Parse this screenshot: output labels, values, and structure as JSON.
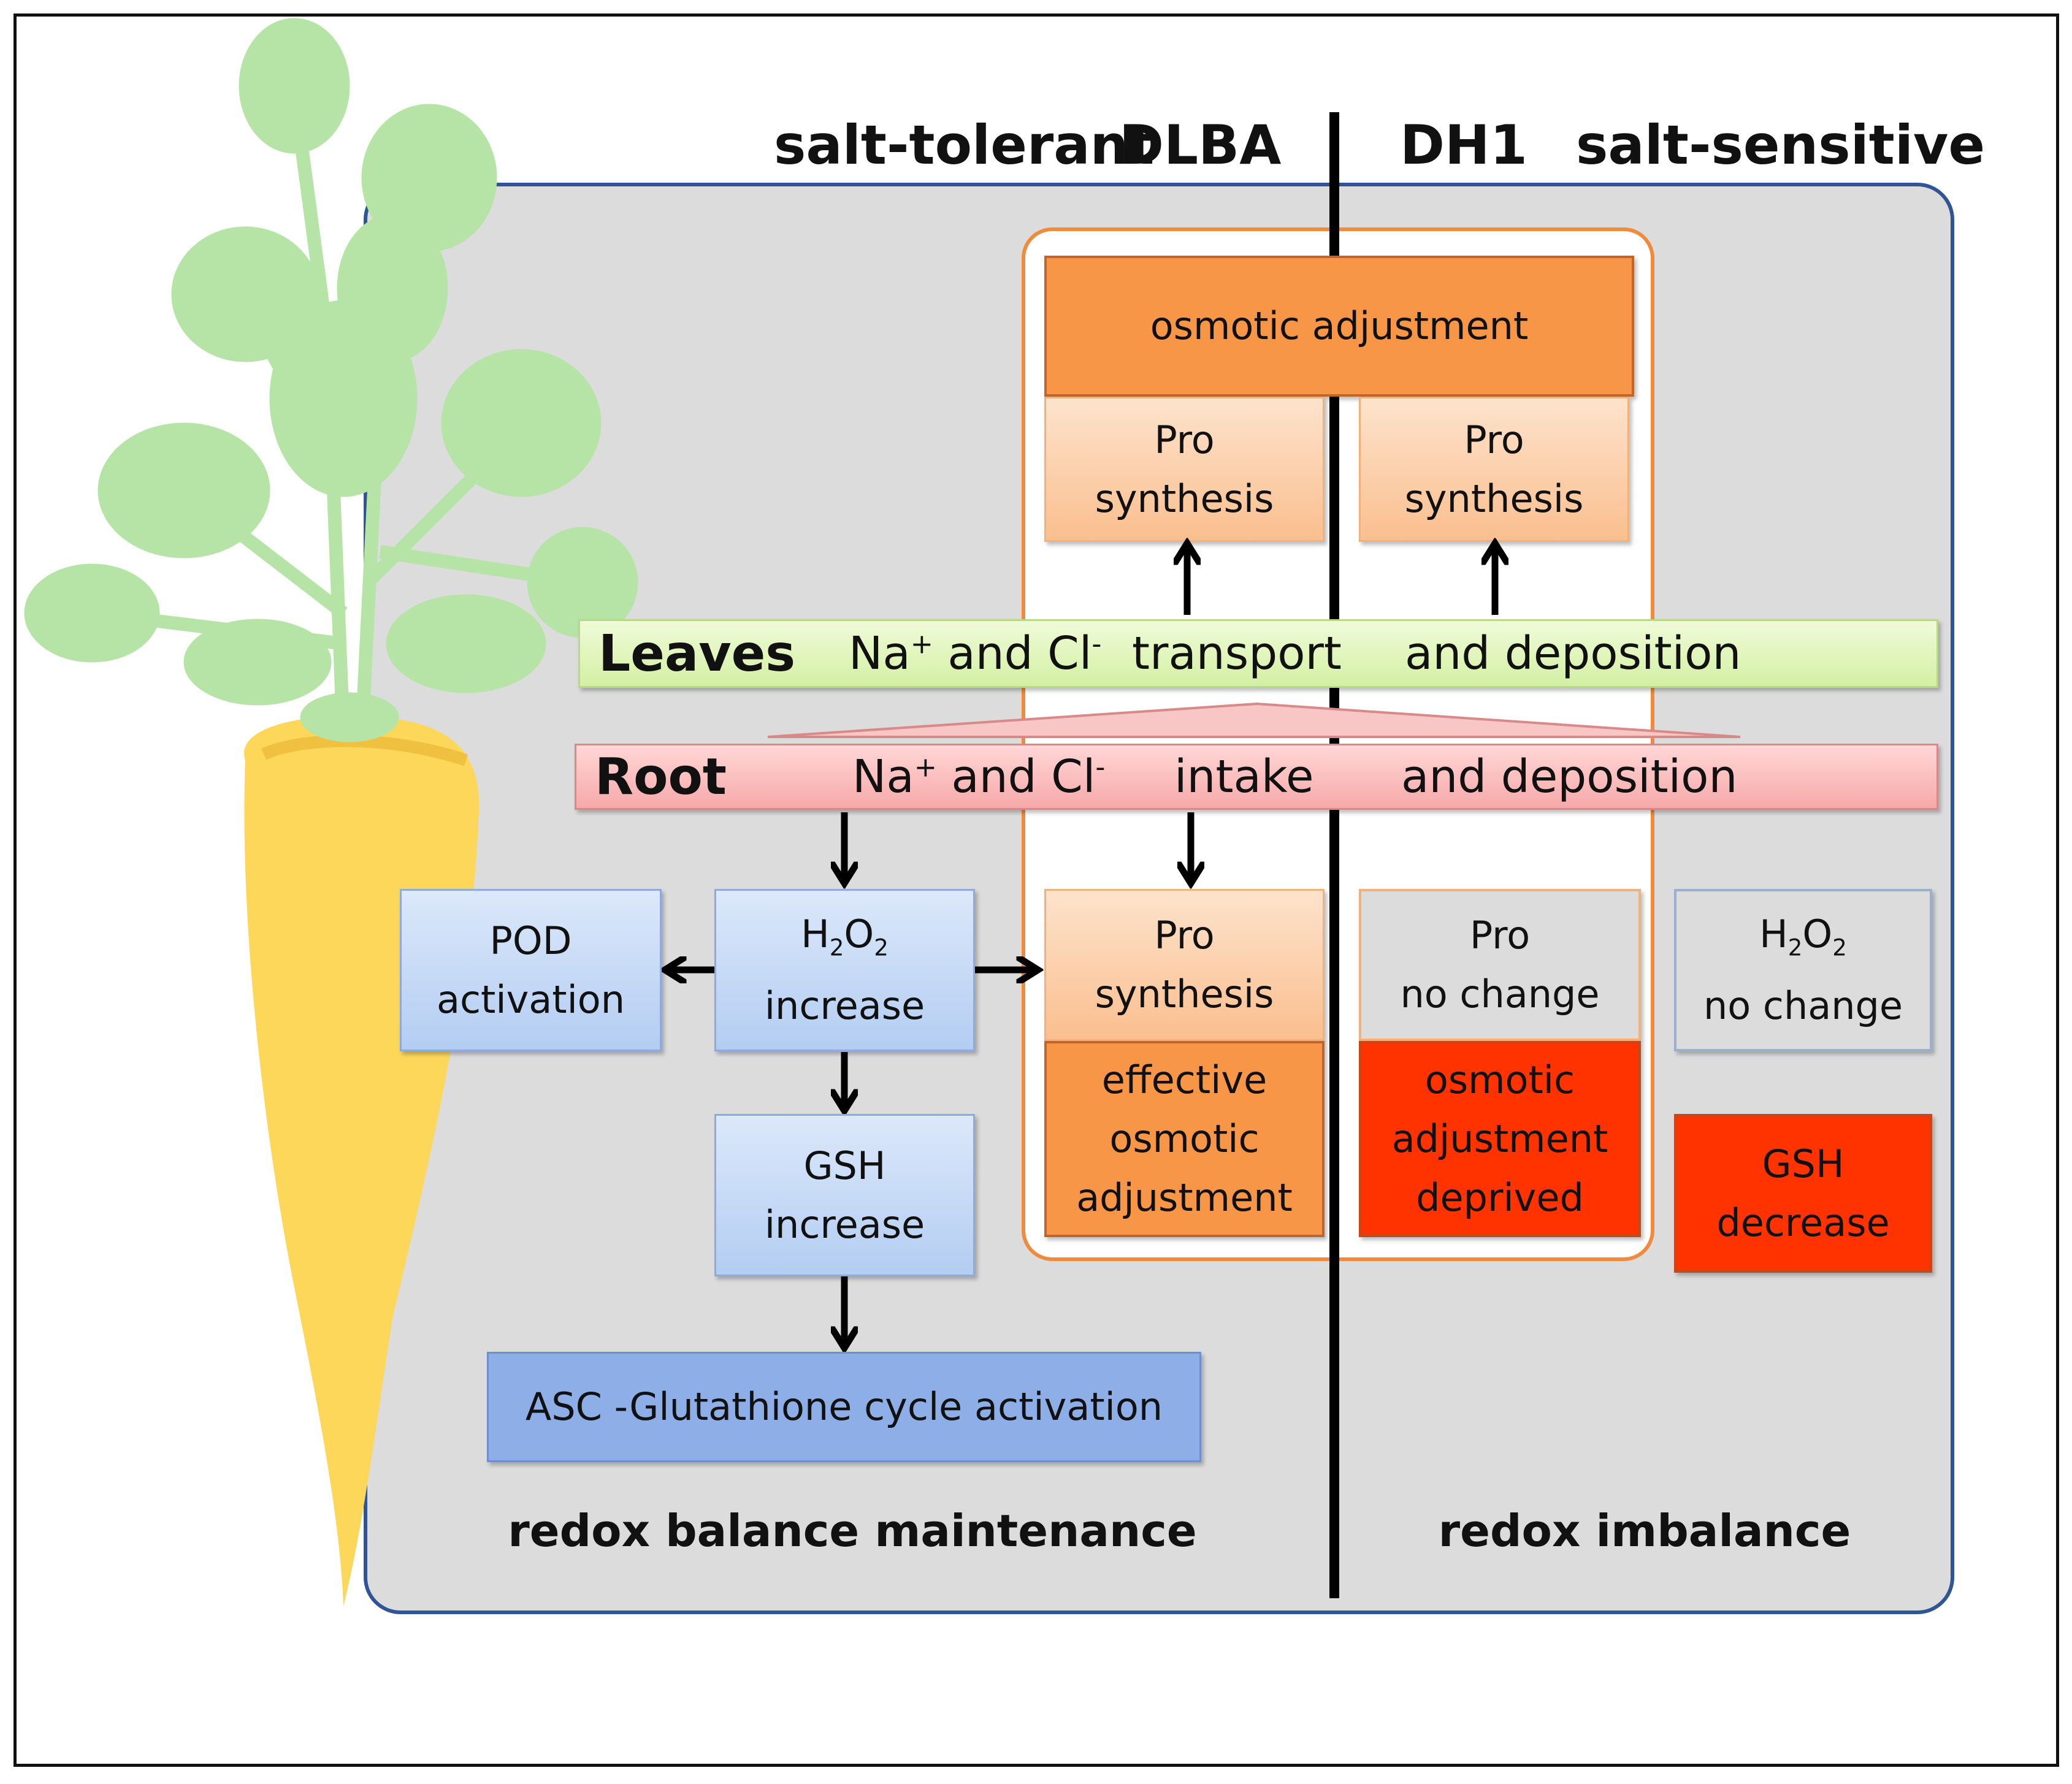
{
  "header": {
    "left_label": "salt-tolerant",
    "left_cultivar": "DLBA",
    "right_cultivar": "DH1",
    "right_label": "salt-sensitive"
  },
  "top": {
    "osmotic": "osmotic adjustment",
    "pro_left": [
      "Pro",
      "synthesis"
    ],
    "pro_right": [
      "Pro",
      "synthesis"
    ]
  },
  "leaves": {
    "label": "Leaves",
    "ion_prefix": "Na",
    "ion_sup1": "+",
    "ion_mid": " and Cl",
    "ion_sup2": "-",
    "process": "transport",
    "tail": "and deposition"
  },
  "root": {
    "label": "Root",
    "ion_prefix": "Na",
    "ion_sup1": "+",
    "ion_mid": " and Cl",
    "ion_sup2": "-",
    "process": "intake",
    "tail": "and deposition"
  },
  "boxes": {
    "pod": [
      "POD",
      "activation"
    ],
    "h2o2_inc": {
      "h": "H",
      "s1": "2",
      "o": "O",
      "s2": "2",
      "line2": "increase"
    },
    "gsh_inc": [
      "GSH",
      "increase"
    ],
    "asc": "ASC -Glutathione cycle activation",
    "pro_low": [
      "Pro",
      "synthesis"
    ],
    "effective": [
      "effective",
      "osmotic",
      "adjustment"
    ],
    "pro_nochange": [
      "Pro",
      "no change"
    ],
    "deprived": [
      "osmotic",
      "adjustment",
      "deprived"
    ],
    "h2o2_nochange": {
      "h": "H",
      "s1": "2",
      "o": "O",
      "s2": "2",
      "line2": "no change"
    },
    "gsh_dec": [
      "GSH",
      "decrease"
    ]
  },
  "footer": {
    "left": "redox balance maintenance",
    "right": "redox imbalance"
  },
  "colors": {
    "panel_border": "#2f5597",
    "orange": "#f79646",
    "red": "#ff3300",
    "blue": "#b3cdf2",
    "leaves": "#d3f0a4",
    "root": "#f7a9a9"
  },
  "icons": {
    "plant": "carrot-illustration"
  }
}
